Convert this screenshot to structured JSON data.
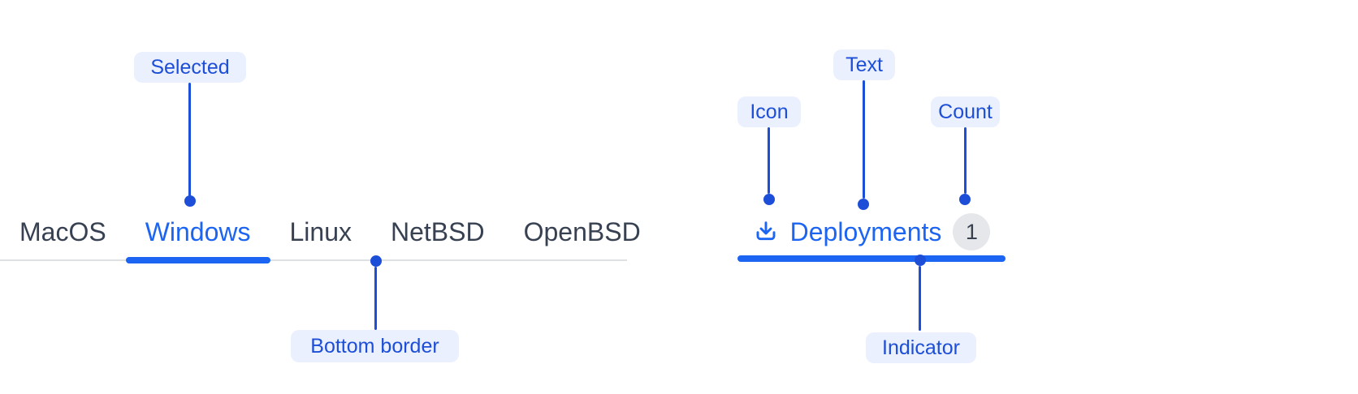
{
  "colors": {
    "accent_blue": "#1c64f2",
    "callout_blue": "#1d4ed8",
    "callout_pill_bg": "#eaf0fd",
    "inactive_tab_text": "#374151",
    "tabbar_border_gray": "#dfe0e4",
    "count_badge_bg": "#e5e7ea",
    "count_badge_text": "#374151",
    "background": "#ffffff"
  },
  "left": {
    "tabs": [
      {
        "label": "MacOS",
        "selected": false
      },
      {
        "label": "Windows",
        "selected": true
      },
      {
        "label": "Linux",
        "selected": false
      },
      {
        "label": "NetBSD",
        "selected": false
      },
      {
        "label": "OpenBSD",
        "selected": false
      }
    ],
    "annotations": {
      "selected": "Selected",
      "bottom_border": "Bottom border"
    }
  },
  "right": {
    "tab": {
      "icon": "download-icon",
      "label": "Deployments",
      "count": "1"
    },
    "annotations": {
      "icon": "Icon",
      "text": "Text",
      "count": "Count",
      "indicator": "Indicator"
    }
  }
}
